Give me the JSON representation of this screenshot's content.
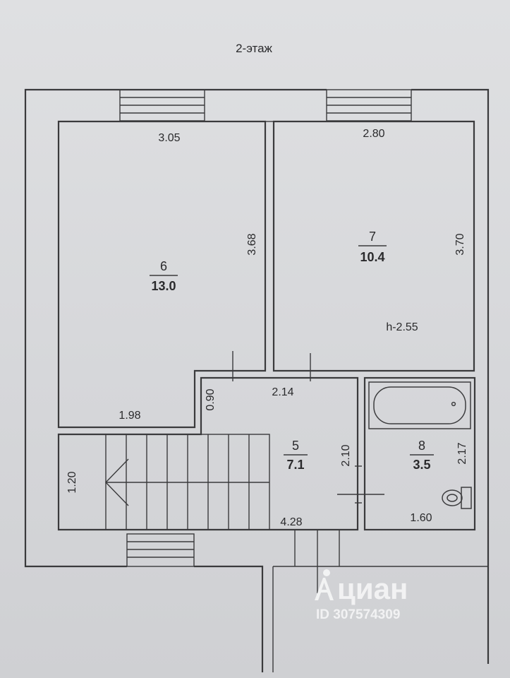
{
  "floor_title": "2-этаж",
  "rooms": [
    {
      "id": "6",
      "area": "13.0"
    },
    {
      "id": "7",
      "area": "10.4"
    },
    {
      "id": "5",
      "area": "7.1"
    },
    {
      "id": "8",
      "area": "3.5"
    }
  ],
  "dimensions": {
    "room6_width_top": "3.05",
    "room6_height": "3.68",
    "room6_width_bottom": "1.98",
    "room7_width": "2.80",
    "room7_height": "3.70",
    "ceiling_height": "h-2.55",
    "room5_width_top": "2.14",
    "room5_notch": "0.90",
    "room5_height": "2.10",
    "room5_width_bottom": "4.28",
    "room8_height": "2.17",
    "room8_width": "1.60",
    "stair_width": "1.20"
  },
  "watermark": {
    "brand": "циан",
    "id_label": "ID 307574309"
  }
}
